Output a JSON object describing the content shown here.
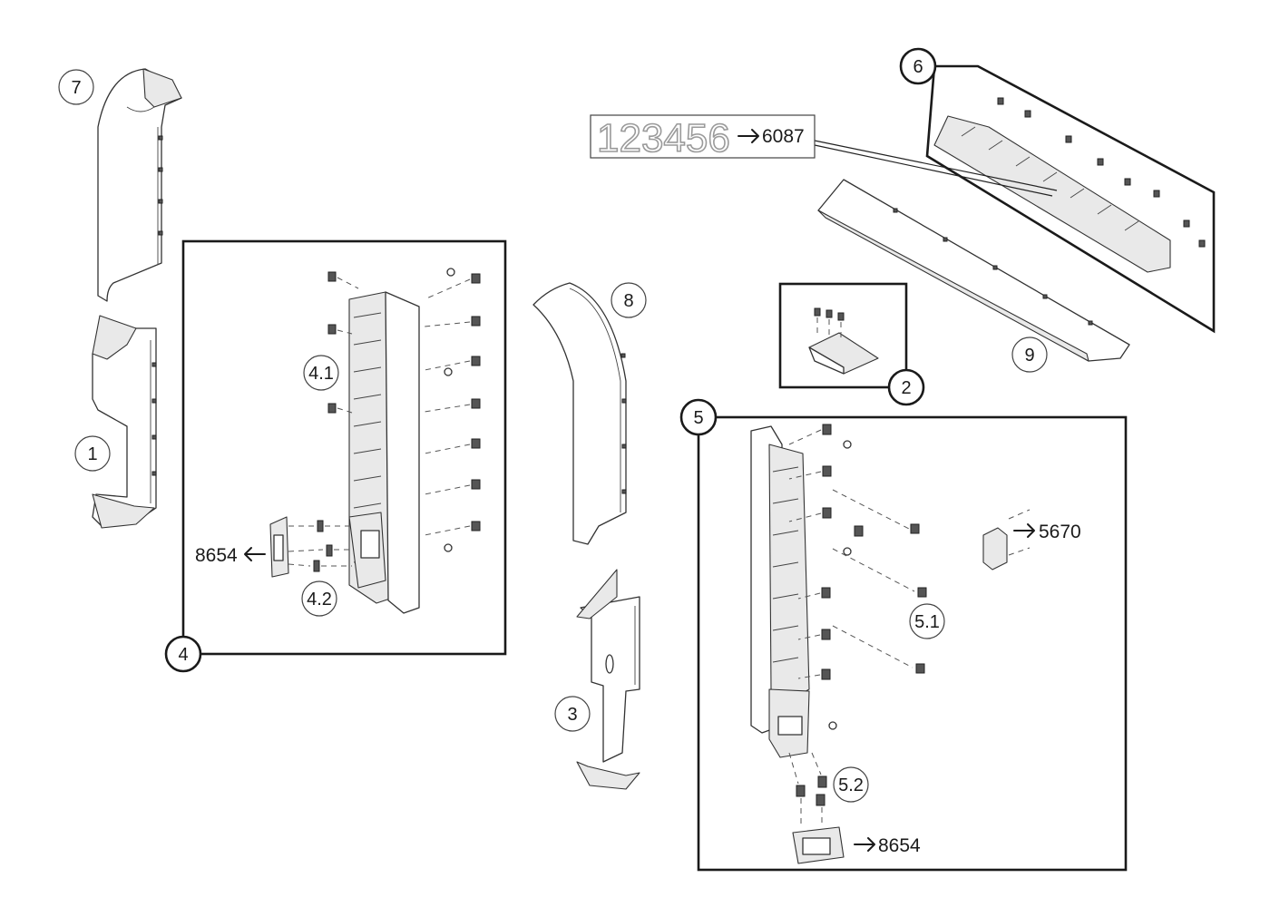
{
  "callouts": {
    "c1": "1",
    "c2": "2",
    "c3": "3",
    "c4": "4",
    "c4_1": "4.1",
    "c4_2": "4.2",
    "c5": "5",
    "c5_1": "5.1",
    "c5_2": "5.2",
    "c6": "6",
    "c7": "7",
    "c8": "8",
    "c9": "9"
  },
  "references": {
    "ref_8654_left": "8654",
    "ref_8654_right": "8654",
    "ref_5670": "5670",
    "ref_6087": "6087",
    "label_number": "123456"
  },
  "icons": {
    "arrow_left": "arrow-left-icon",
    "arrow_right": "arrow-right-icon"
  }
}
